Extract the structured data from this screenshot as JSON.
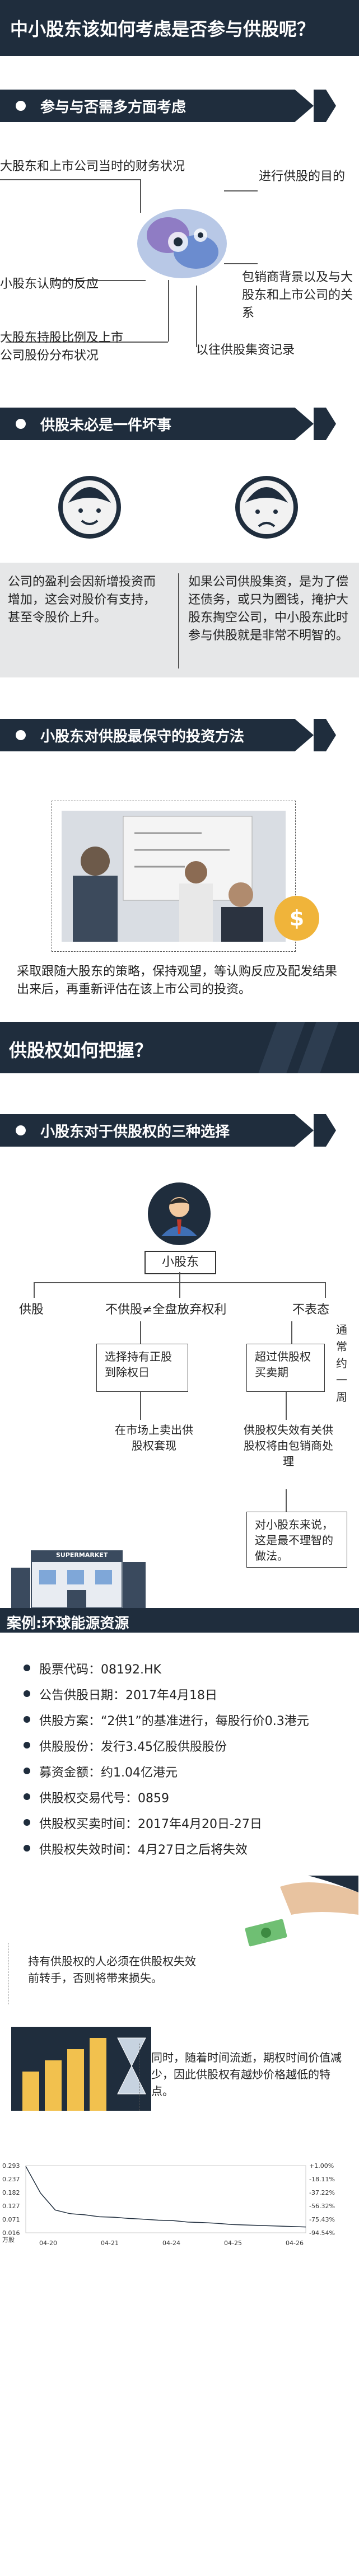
{
  "header": {
    "title": "中小股东该如何考虑是否参与供股呢？"
  },
  "section1": {
    "heading": "参与与否需多方面考虑",
    "factors": [
      "大股东和上市公司当时的财务状况",
      "进行供股的目的",
      "小股东认购的反应",
      "包销商背景以及与大股东和上市公司的关系",
      "大股东持股比例及上市公司股份分布状况",
      "以往供股集资记录"
    ]
  },
  "section2": {
    "heading": "供股未必是一件坏事",
    "left_text": "公司的盈利会因新增投资而增加，这会对股价有支持，甚至令股价上升。",
    "right_text": "如果公司供股集资，是为了偿还债务，或只为圈钱，掩护大股东掏空公司，中小股东此时参与供股就是非常不明智的。"
  },
  "section3": {
    "heading": "小股东对供股最保守的投资方法",
    "money_symbol": "$",
    "text": "采取跟随大股东的策略，保持观望，等认购反应及配发结果出来后，再重新评估在该上市公司的投资。"
  },
  "section4": {
    "banner": "供股权如何把握？"
  },
  "section5": {
    "heading": "小股东对于供股权的三种选择",
    "root": "小股东",
    "options": [
      "供股",
      "不供股≠全盘放弃权利",
      "不表态"
    ],
    "choice_box_1": "选择持有正股到除权日",
    "choice_box_2": "超过供股权买卖期",
    "vertical_note": "通常约一周",
    "result_1": "在市场上卖出供股权套现",
    "result_2": "供股权失效有关供股权将由包销商处理",
    "conclusion": "对小股东来说，这是最不理智的做法。"
  },
  "case": {
    "building_sign": "SUPERMARKET",
    "heading": "案例:环球能源资源",
    "items": [
      "股票代码：08192.HK",
      "公告供股日期：2017年4月18日",
      "供股方案：“2供1”的基准进行，每股行价0.3港元",
      "供股股份：发行3.45亿股供股股份",
      "募资金额：约1.04亿港元",
      "供股权交易代号：0859",
      "供股权买卖时间：2017年4月20日-27日",
      "供股权失效时间：4月27日之后将失效"
    ],
    "note1": "持有供股权的人必须在供股权失效前转手，否则将带来损失。",
    "note2": "同时，随着时间流逝，期权时间价值减少，因此供股权有越炒价格越低的特点。"
  },
  "chart_data": {
    "type": "line",
    "title": "",
    "ylabel": "",
    "yunit_label": "万股",
    "y_ticks": [
      "0.293",
      "0.237",
      "0.182",
      "0.127",
      "0.071",
      "0.016"
    ],
    "y_right_ticks": [
      "+1.00%",
      "-18.11%",
      "-37.22%",
      "-56.32%",
      "-75.43%",
      "-94.54%"
    ],
    "x_ticks": [
      "04-20",
      "04-21",
      "04-24",
      "04-25",
      "04-26"
    ],
    "ylim": [
      0.016,
      0.293
    ],
    "series": [
      {
        "values": [
          0.29,
          0.18,
          0.11,
          0.095,
          0.09,
          0.082,
          0.08,
          0.075,
          0.072,
          0.068,
          0.066,
          0.06,
          0.058,
          0.055,
          0.05,
          0.048,
          0.046,
          0.044,
          0.042,
          0.04
        ]
      }
    ],
    "colors": {
      "line": "#1f2d3d"
    }
  }
}
